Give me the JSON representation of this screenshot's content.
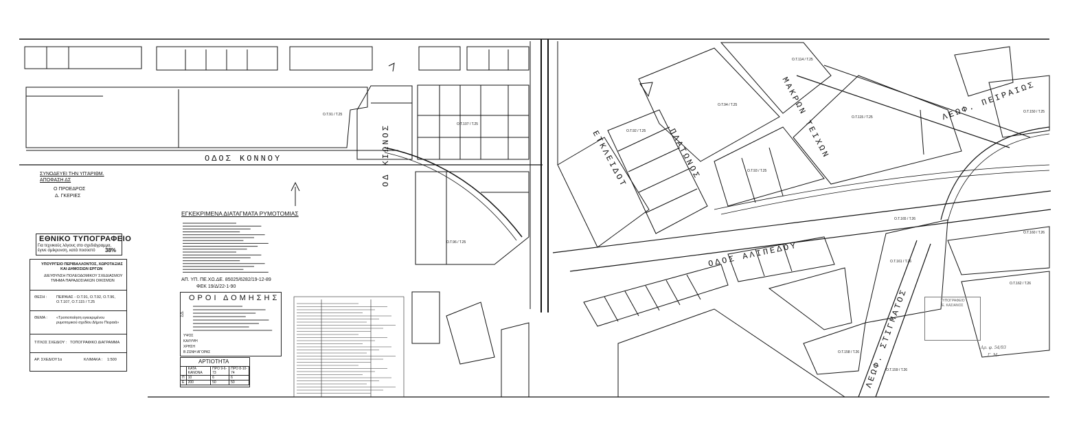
{
  "streets": {
    "konnou": "ΟΔΟΣ ΚΟΝΝΟΥ",
    "kionos": "ΟΔ ΚΙΩΝΟΣ",
    "ekleidot": "ΕΤΚΛΕΙΔΟΤ",
    "platonos": "ΠΛΑΤΩΝΟΣ",
    "makroi_teixon": "ΜΑΚΡΩΝ ΤΕΙΧΩΝ",
    "leof_peiraios": "ΛΕΩΦ. ΠΕΙΡΑΙΩΣ",
    "alipedou": "ΟΔΟΣ ΑΛΙΠΕΔΟΥ",
    "leof_stigmatos": "ΛΕΩΦ. ΣΤΙΓΜΑΤΟΣ"
  },
  "block_labels": [
    "Ο.Τ.91 / Τ.25",
    "Ο.Τ.107 / Τ.25",
    "Ο.Τ.94 / Τ.25",
    "Ο.Τ.114 / Τ.25",
    "Ο.Τ.115 / Τ.25",
    "Ο.Τ.92 / Τ.25",
    "Ο.Τ.93 / Τ.25",
    "Ο.Τ.150 / Τ.25",
    "Ο.Τ.96 / Τ.25",
    "Ο.Τ.160 / Τ.26",
    "Ο.Τ.165 / Τ.26",
    "Ο.Τ.161 / Τ.26",
    "Ο.Τ.162 / Τ.26",
    "Ο.Τ.158 / Τ.26",
    "Ο.Τ.159 / Τ.26"
  ],
  "approval": {
    "line1": "ΣΥΝΟΔΕΥΕΙ ΤΗΝ ΥΠ'ΑΡΙΘΜ.",
    "line2": "ΑΠΟΦΑΣΗ ΔΣ",
    "line3": "Ο ΠΡΟΕΔΡΟΣ",
    "line4": "Δ. ΓΚΕΡΙΕΣ"
  },
  "typografeio": {
    "title": "ΕΘΝΙΚΟ ΤΥΠΟΓΡΑΦΕΙΟ",
    "line1": "Για τεχνικούς λόγους στο σχεδιάγραμμα,",
    "line2": "έγινε σμίκρυνση, κατά ποσοστό",
    "percent": "38%"
  },
  "title_block": {
    "ministry1": "ΥΠΟΥΡΓΕΙΟ ΠΕΡΙΒΑΛΛΟΝΤΟΣ, ΧΩΡΟΤΑΞΙΑΣ",
    "ministry2": "ΚΑΙ ΔΗΜΟΣΙΩΝ ΕΡΓΩΝ",
    "dept1": "ΔΙΕΥΘΥΝΣΗ ΠΟΛΕΟΔΟΜΙΚΟΥ ΣΧΕΔΙΑΣΜΟΥ",
    "dept2": "ΤΜΗΜΑ ΠΑΡΑΔΟΣΙΑΚΩΝ ΟΙΚΙΣΜΩΝ",
    "thesi_label": "ΘΕΣΗ :",
    "thesi_value": "ΠΕΙΡΑΙΑΣ - Ο.Τ.91, Ο.Τ.92, Ο.Τ.96, Ο.Τ.107, Ο.Τ.115 / Τ.25",
    "thema_label": "ΘΕΜΑ :",
    "thema_value": "«Τροποποίηση εγκεκριμένου ρυμοτομικού σχεδίου Δήμου Πειραιά»",
    "titlos_label": "ΤΙΤΛΟΣ ΣΧΕΔΙΟΥ :",
    "titlos_value": "ΤΟΠΟΓΡΑΦΙΚΟ ΔΙΑΓΡΑΜΜΑ",
    "arithmos_label": "ΑΡ. ΣΧΕΔΙΟΥ :",
    "arithmos_value": "1α",
    "klimaka_label": "ΚΛΙΜΑΚΑ :",
    "klimaka_value": "1:500"
  },
  "diatagmata": {
    "title": "ΕΓΚΕΚΡΙΜΕΝΑ ΔΙΑΤΑΓΜΑΤΑ ΡΥΜΟΤΟΜΙΑΣ",
    "decision": "ΑΠ. ΥΠ. ΠΕ.ΧΩ.ΔΕ. 85025/6282/19-12-89",
    "fek": "ΦΕΚ 19/Δ/22-1-90"
  },
  "oroi": {
    "title": "ΟΡΟΙ ΔΟΜΗΣΗΣ",
    "side_label": "ΣΔ.",
    "synt_label": "ΚΑΛΥΨΗ",
    "ypsos_label": "ΥΨΟΣ",
    "xrisi_label": "ΧΡΗΣΗ",
    "zone_label": "Β ΖΩΝΗ ΑΓΟΡΑΣ"
  },
  "artiotita": {
    "title": "ΑΡΤΙΟΤΗΤΑ",
    "headers": [
      "",
      "ΚΑΤΑ ΚΑΝΟΝΑ",
      "ΠΡΟ 9-6-73",
      "ΠΡΟ 8-10-74"
    ],
    "rows": [
      [
        "Π",
        "10",
        "6",
        "6"
      ],
      [
        "Ε",
        "200",
        "50",
        "50"
      ]
    ]
  },
  "stamp": {
    "line1": "ΤΥΠΟΓΡΑΦΕΙΟ",
    "line2": "Ε. ΚΑΣΙΑΝΟΣ"
  },
  "handwriting": {
    "line1": "Αρ. φ. 54/93",
    "line2": "Γ. Μ."
  },
  "colors": {
    "ink": "#111111",
    "paper": "#ffffff",
    "stamp": "#666666"
  }
}
